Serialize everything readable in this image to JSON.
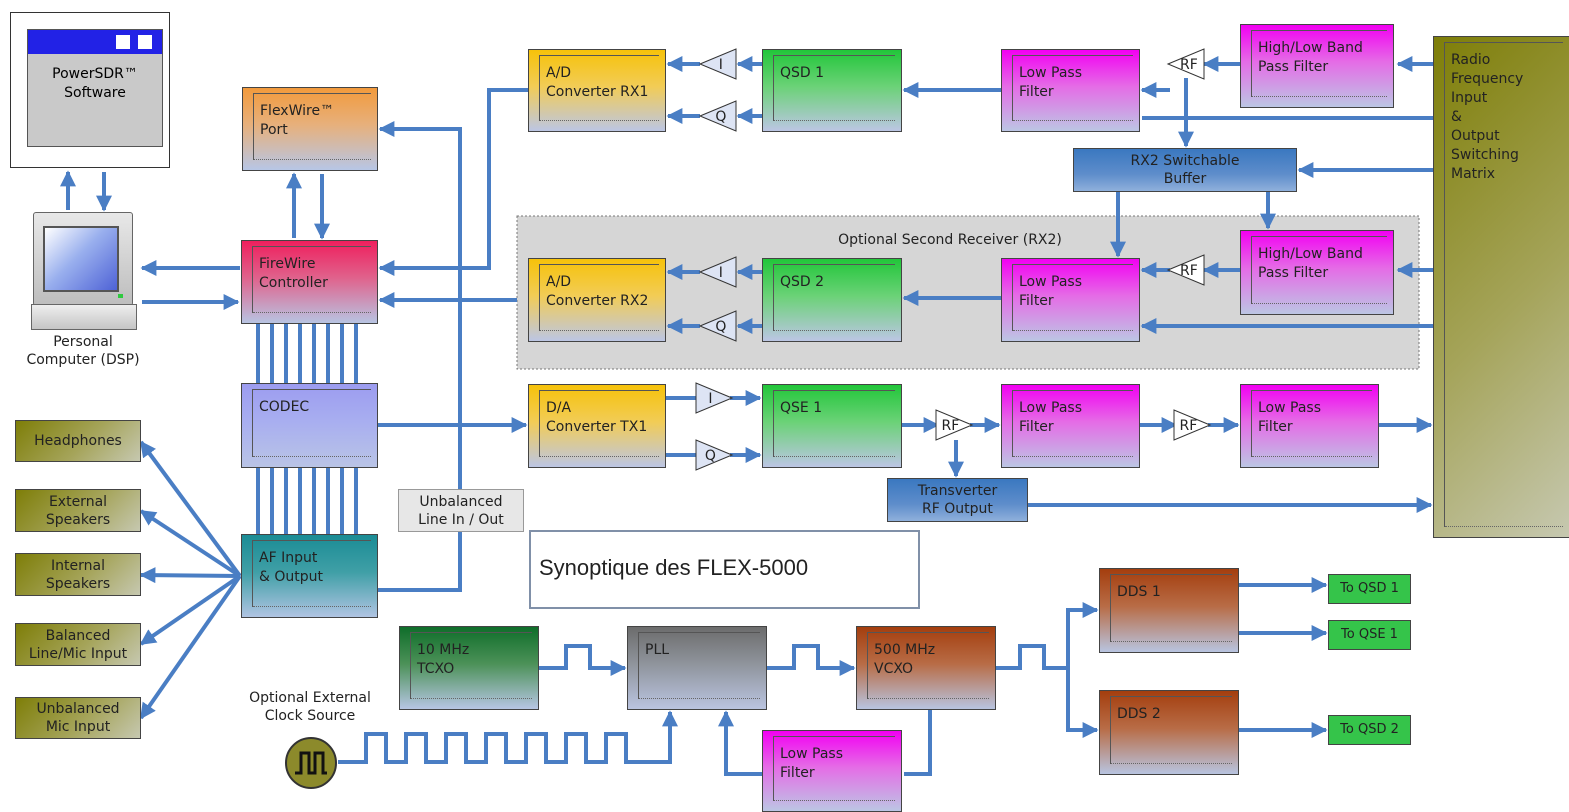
{
  "title": "Synoptique des FLEX-5000",
  "pc": {
    "software": "PowerSDR™\nSoftware",
    "computer": "Personal\nComputer (DSP)"
  },
  "blocks": {
    "flexwire": "FlexWire™\nPort",
    "firewire": "FireWire\nController",
    "codec": "CODEC",
    "af_io": "AF Input\n& Output",
    "unbalanced_line": "Unbalanced\nLine In / Out",
    "adc_rx1": "A/D\nConverter RX1",
    "qsd1": "QSD 1",
    "lpf_rx1": "Low Pass\nFilter",
    "bpf_rx1": "High/Low Band\nPass Filter",
    "rx2_buffer": "RX2 Switchable\nBuffer",
    "rx2_group_label": "Optional Second Receiver (RX2)",
    "adc_rx2": "A/D\nConverter RX2",
    "qsd2": "QSD 2",
    "lpf_rx2": "Low Pass\nFilter",
    "bpf_rx2": "High/Low Band\nPass Filter",
    "dac_tx1": "D/A\nConverter TX1",
    "qse1": "QSE 1",
    "lpf_tx1": "Low Pass\nFilter",
    "lpf_tx2": "Low Pass\nFilter",
    "transverter": "Transverter\nRF Output",
    "rf_matrix": "Radio\nFrequency\nInput\n&\nOutput\nSwitching\nMatrix",
    "tcxo": "10 MHz\nTCXO",
    "pll": "PLL",
    "vcxo": "500 MHz\nVCXO",
    "lpf_pll": "Low Pass\nFilter",
    "dds1": "DDS 1",
    "dds2": "DDS 2",
    "ext_clock": "Optional External\nClock Source"
  },
  "audio": [
    "Headphones",
    "External\nSpeakers",
    "Internal\nSpeakers",
    "Balanced\nLine/Mic Input",
    "Unbalanced\nMic Input"
  ],
  "outputs": {
    "to_qsd1": "To QSD 1",
    "to_qse1": "To QSE 1",
    "to_qsd2": "To QSD 2"
  },
  "amps": {
    "i": "I",
    "q": "Q",
    "rf": "RF"
  },
  "colors": {
    "wire": "#4a7ec4",
    "group_bg": "#d6d6d6"
  }
}
